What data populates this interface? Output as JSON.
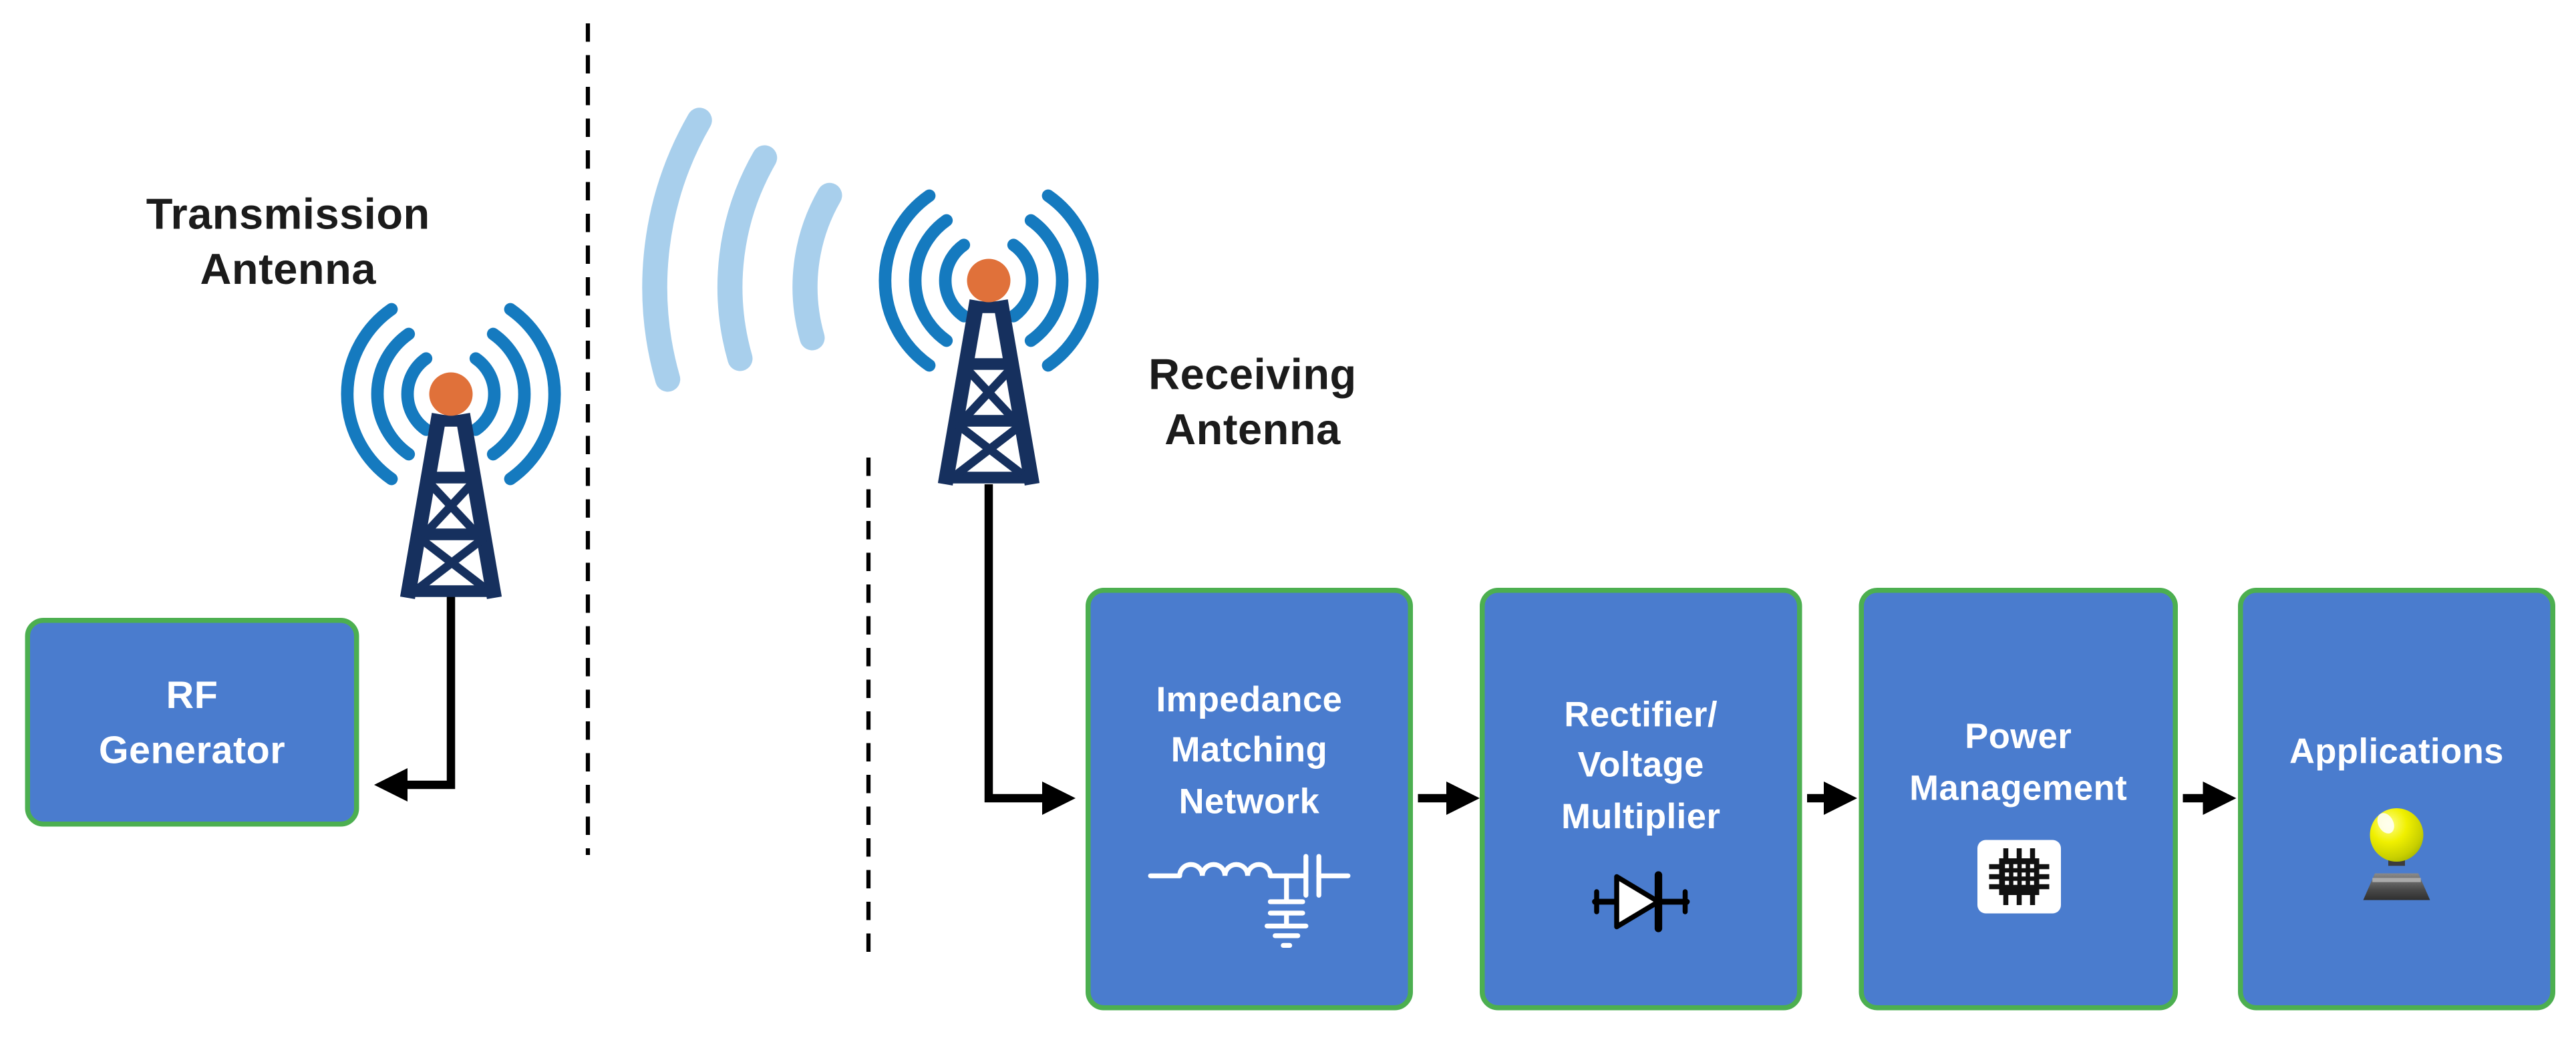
{
  "labels": {
    "transmission_antenna": {
      "line1": "Transmission",
      "line2": "Antenna"
    },
    "receiving_antenna": {
      "line1": "Receiving",
      "line2": "Antenna"
    }
  },
  "rf_generator": {
    "line1": "RF",
    "line2": "Generator"
  },
  "blocks": [
    {
      "id": "impedance-matching-network",
      "line1": "Impedance",
      "line2": "Matching",
      "line3": "Network",
      "icon": "impedance-circuit-icon"
    },
    {
      "id": "rectifier-voltage-multiplier",
      "line1": "Rectifier/",
      "line2": "Voltage",
      "line3": "Multiplier",
      "icon": "diode-icon"
    },
    {
      "id": "power-management",
      "line1": "Power",
      "line2": "Management",
      "icon": "microchip-icon"
    },
    {
      "id": "applications",
      "line1": "Applications",
      "icon": "lightbulb-icon"
    }
  ],
  "icons": {
    "transmission_antenna": "radio-tower-antenna-icon",
    "receiving_antenna": "radio-tower-antenna-icon",
    "signal": "wireless-signal-waves-icon",
    "block_icons": [
      "impedance-circuit-icon",
      "diode-icon",
      "microchip-icon",
      "lightbulb-icon"
    ]
  },
  "colors": {
    "background": "#ffffff",
    "box_fill": "#4a7cce",
    "box_border": "#4caf50",
    "box_text": "#ffffff",
    "label_text": "#1b1b1b",
    "antenna_tower": "#16305e",
    "antenna_dot": "#e0713a",
    "antenna_waves": "#157abf",
    "signal_waves": "#a8cfec",
    "connector": "#000000"
  }
}
